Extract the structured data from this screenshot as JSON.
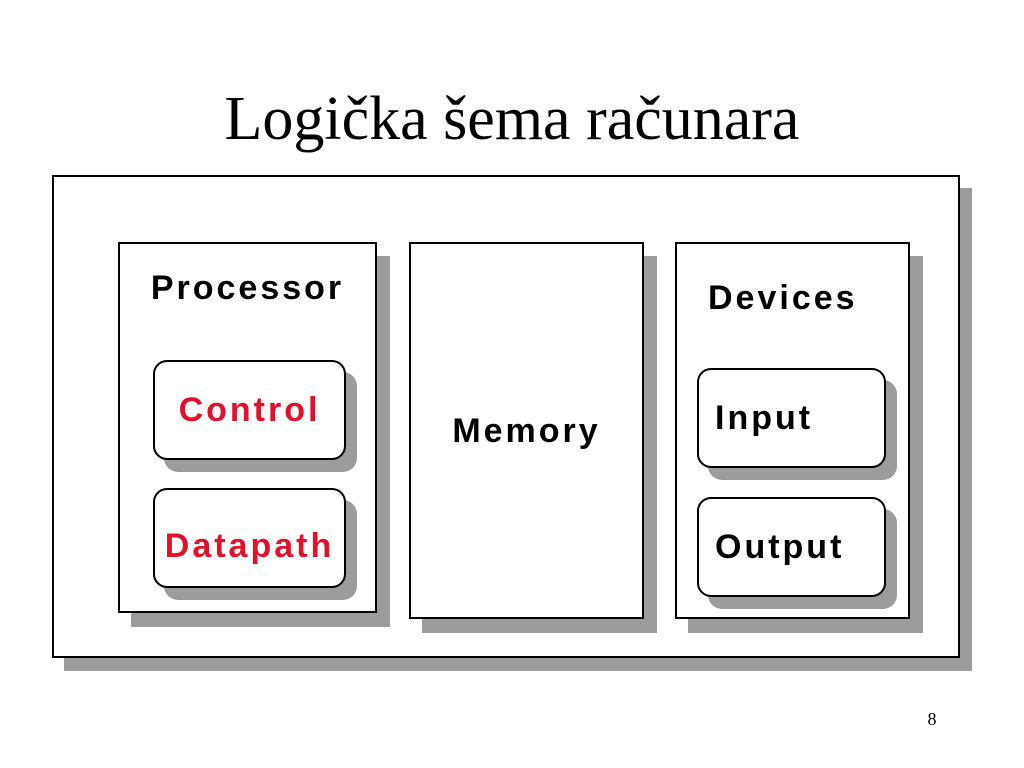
{
  "slide": {
    "title": "Logička šema računara",
    "page_number": "8"
  },
  "diagram": {
    "processor": {
      "label": "Processor",
      "control": "Control",
      "datapath": "Datapath"
    },
    "memory": {
      "label": "Memory"
    },
    "devices": {
      "label": "Devices",
      "input": "Input",
      "output": "Output"
    }
  },
  "colors": {
    "text": "#000000",
    "accent_text": "#e3102c",
    "border": "#000000",
    "shadow": "#9c9c9c"
  }
}
